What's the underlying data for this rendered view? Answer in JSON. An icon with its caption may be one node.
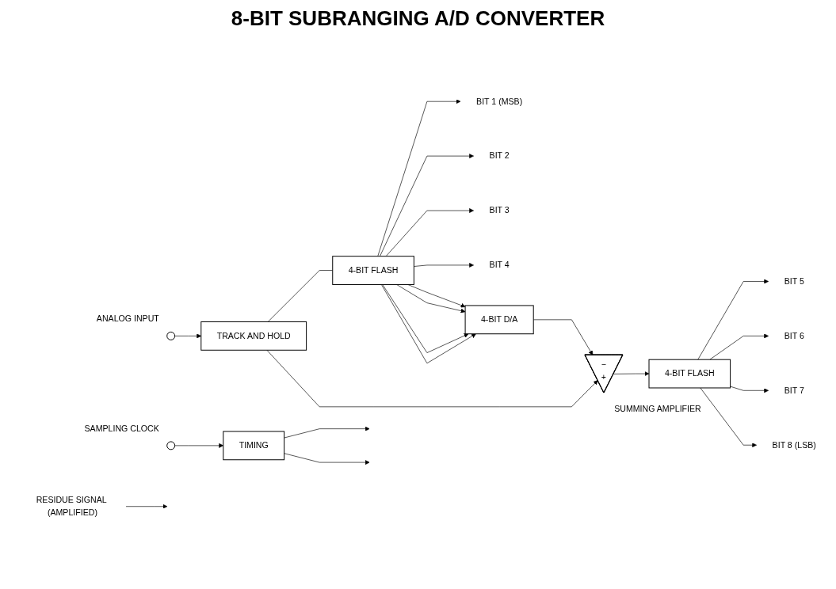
{
  "diagram": {
    "title": "8-BIT SUBRANGING A/D CONVERTER",
    "nodes": [
      {
        "text": [],
        "shape": "circle",
        "beside": [
          "ANALOG INPUT"
        ]
      },
      {
        "text": [
          "TRACK AND HOLD"
        ]
      },
      {
        "text": [
          "4-BIT FLASH"
        ]
      },
      {
        "text": [
          "BIT 1 (MSB)"
        ]
      },
      {
        "text": [
          "BIT 2"
        ]
      },
      {
        "text": [
          "BIT 3"
        ]
      },
      {
        "text": [
          "BIT 4"
        ]
      },
      {
        "text": [
          "4-BIT D/A"
        ]
      },
      {
        "text": [
          "−",
          "+"
        ],
        "beside": [
          "SUMMING AMPLIFIER"
        ]
      },
      {
        "text": [],
        "shape": "circle",
        "beside": [
          "SAMPLING CLOCK"
        ]
      },
      {
        "text": [
          "TIMING"
        ]
      },
      {
        "text": [
          "4-BIT FLASH"
        ]
      },
      {
        "text": [
          "BIT 5"
        ]
      },
      {
        "text": [
          "BIT 6"
        ]
      },
      {
        "text": [
          "BIT 7"
        ]
      },
      {
        "text": [
          "BIT 8 (LSB)"
        ]
      },
      {
        "text": [
          "RESIDUE SIGNAL (AMPLIFIED)"
        ]
      }
    ],
    "edges": [
      {
        "from": 0,
        "to": 1,
        "arrow": "to"
      },
      {
        "from": 1,
        "to": 2,
        "arrow": "none"
      },
      {
        "from": 1,
        "to": 8,
        "arrow": "to"
      },
      {
        "from": 2,
        "to": 3,
        "arrow": "to"
      },
      {
        "from": 2,
        "to": 4,
        "arrow": "to"
      },
      {
        "from": 2,
        "to": 5,
        "arrow": "to"
      },
      {
        "from": 2,
        "to": 6,
        "arrow": "to"
      },
      {
        "from": 2,
        "to": 7,
        "arrow": "to"
      },
      {
        "from": 2,
        "to": 7,
        "arrow": "to"
      },
      {
        "from": 2,
        "to": 7,
        "arrow": "to"
      },
      {
        "from": 2,
        "to": 7,
        "arrow": "to"
      },
      {
        "from": 7,
        "to": 8,
        "arrow": "to"
      },
      {
        "from": 8,
        "to": 11,
        "arrow": "to"
      },
      {
        "from": 9,
        "to": 10,
        "arrow": "to"
      },
      {
        "from": 10,
        "to": null,
        "arrow": "to"
      },
      {
        "from": 10,
        "to": null,
        "arrow": "to"
      },
      {
        "from": 11,
        "to": 12,
        "arrow": "to"
      },
      {
        "from": 11,
        "to": 13,
        "arrow": "to"
      },
      {
        "from": 11,
        "to": 14,
        "arrow": "to"
      },
      {
        "from": 11,
        "to": 15,
        "arrow": "to"
      },
      {
        "from": 16,
        "to": null,
        "arrow": "to"
      }
    ]
  }
}
